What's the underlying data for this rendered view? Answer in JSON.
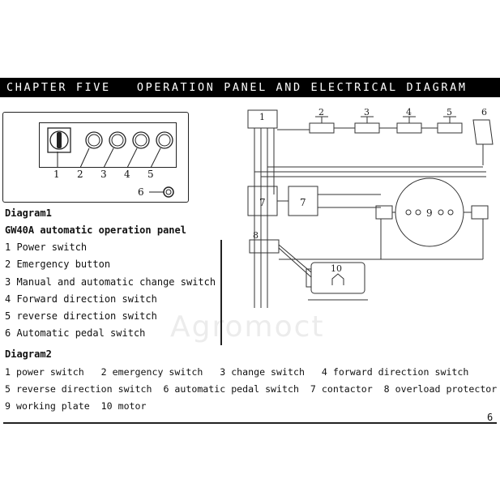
{
  "header": {
    "title": "CHAPTER FIVE   OPERATION PANEL AND ELECTRICAL DIAGRAM"
  },
  "panel": {
    "labels": [
      "1",
      "2",
      "3",
      "4",
      "5"
    ],
    "pedal_label": "6"
  },
  "diagram": {
    "labels": [
      "1",
      "2",
      "3",
      "4",
      "5",
      "6",
      "7",
      "7",
      "8",
      "9",
      "10"
    ]
  },
  "watermark": "Agromoct",
  "diagram1": {
    "heading": "Diagram1",
    "subtitle": "GW40A automatic operation panel",
    "items": [
      "1 Power switch",
      "2 Emergency button",
      "3 Manual and automatic change switch",
      "4 Forward direction switch",
      "5 reverse direction switch",
      "6 Automatic pedal switch"
    ]
  },
  "diagram2": {
    "heading": "Diagram2",
    "lines": [
      "1 power switch   2 emergency switch   3 change switch   4 forward direction switch",
      "5 reverse direction switch  6 automatic pedal switch  7 contactor  8 overload protector",
      "9 working plate  10 motor"
    ]
  },
  "page_number": "6"
}
